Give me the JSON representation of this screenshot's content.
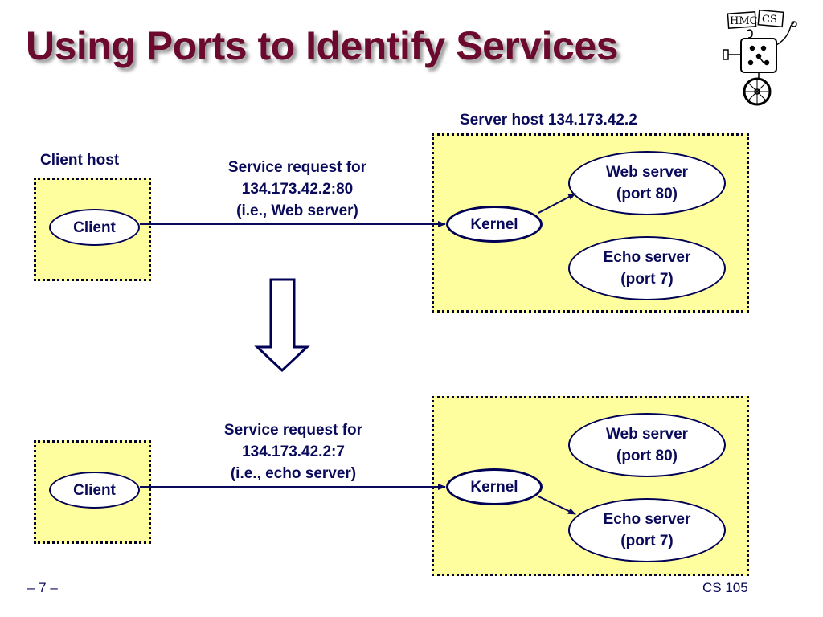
{
  "title": "Using Ports to Identify Services",
  "logo_text": [
    "HMC",
    "CS"
  ],
  "top": {
    "client_host_label": "Client host",
    "server_host_label": "Server host 134.173.42.2",
    "client": "Client",
    "kernel": "Kernel",
    "request": [
      "Service request for",
      "134.173.42.2:80",
      "(i.e., Web server)"
    ],
    "web_server": [
      "Web server",
      "(port 80)"
    ],
    "echo_server": [
      "Echo server",
      "(port 7)"
    ]
  },
  "bottom": {
    "client": "Client",
    "kernel": "Kernel",
    "request": [
      "Service request for",
      "134.173.42.2:7",
      "(i.e., echo server)"
    ],
    "web_server": [
      "Web server",
      "(port 80)"
    ],
    "echo_server": [
      "Echo server",
      "(port 7)"
    ]
  },
  "footer": {
    "page": "– 7 –",
    "course": "CS 105"
  },
  "colors": {
    "title": "#6b0a2e",
    "text": "#0a0a5a",
    "host_fill": "#fffe9e",
    "oval_fill": "#ffffff"
  }
}
